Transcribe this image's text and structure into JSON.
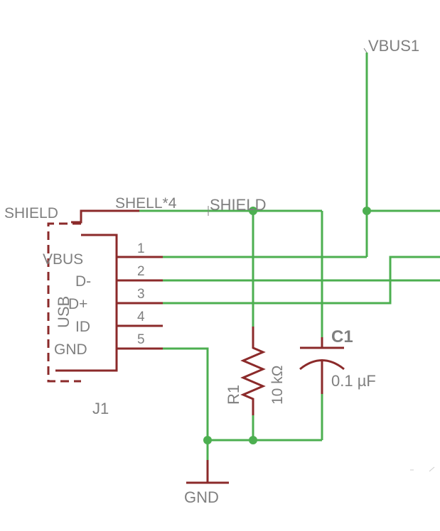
{
  "nets": {
    "vbus1": "VBUS1",
    "shield_left": "SHIELD",
    "shell": "SHELL*4",
    "shield_top": "SHIELD",
    "gnd": "GND"
  },
  "connector": {
    "ref": "J1",
    "type_label": "USB",
    "pins": [
      {
        "num": "1",
        "name": "VBUS"
      },
      {
        "num": "2",
        "name": "D-"
      },
      {
        "num": "3",
        "name": "D+"
      },
      {
        "num": "4",
        "name": "ID"
      },
      {
        "num": "5",
        "name": "GND"
      }
    ]
  },
  "resistor": {
    "ref": "R1",
    "value": "10 kΩ"
  },
  "capacitor": {
    "ref": "C1",
    "value": "0.1 µF"
  },
  "colors": {
    "wire": "#4caf50",
    "part": "#8b2a2a",
    "text": "#7f7f7f",
    "background": "#ffffff"
  }
}
